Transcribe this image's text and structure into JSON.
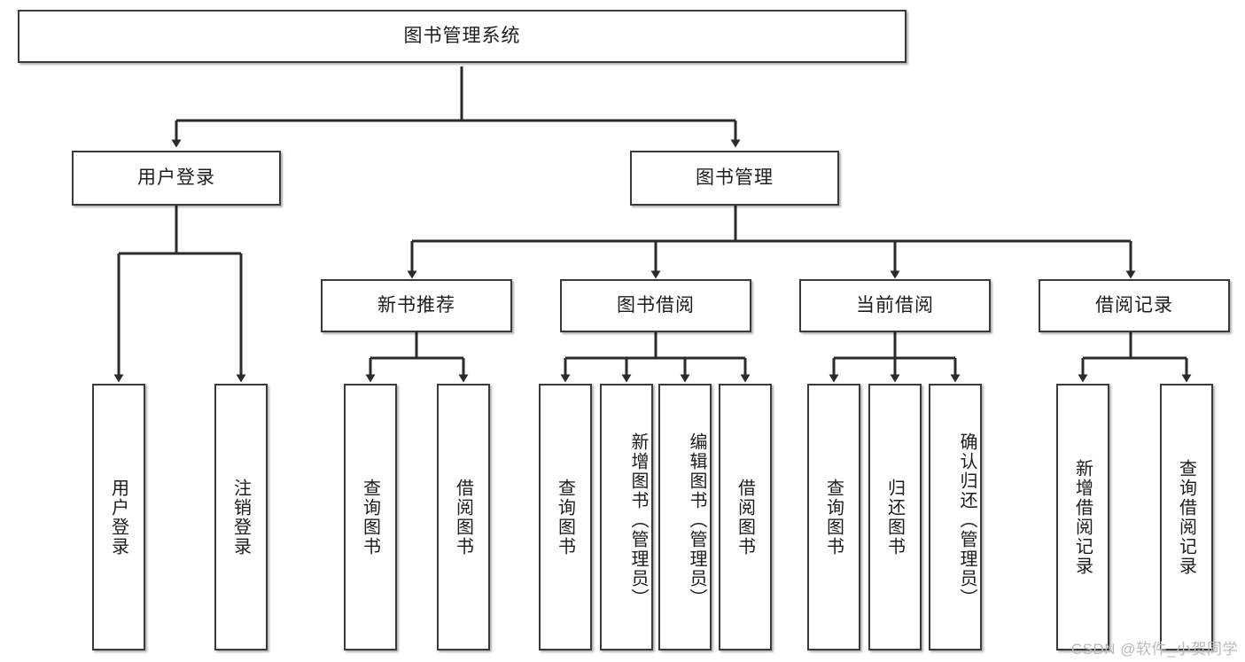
{
  "diagram": {
    "title": "图书管理系统",
    "type": "tree-hierarchy-diagram",
    "colors": {
      "box_border": "#3a3a3a",
      "box_fill": "#ffffff",
      "edge": "#2b2b2b",
      "text": "#1c1c1c",
      "watermark": "#b9b9b9"
    }
  },
  "root": {
    "label": "图书管理系统"
  },
  "level2": [
    {
      "label": "用户登录"
    },
    {
      "label": "图书管理"
    }
  ],
  "level3": [
    {
      "label": "新书推荐"
    },
    {
      "label": "图书借阅"
    },
    {
      "label": "当前借阅"
    },
    {
      "label": "借阅记录"
    }
  ],
  "leaves": {
    "user_login": [
      {
        "label": "用户登录"
      },
      {
        "label": "注销登录"
      }
    ],
    "new_book_recommend": [
      {
        "label": "查询图书"
      },
      {
        "label": "借阅图书"
      }
    ],
    "book_borrow": [
      {
        "label": "查询图书"
      },
      {
        "label": "新增图书（管理员）"
      },
      {
        "label": "编辑图书（管理员）"
      },
      {
        "label": "借阅图书"
      }
    ],
    "current_borrow": [
      {
        "label": "查询图书"
      },
      {
        "label": "归还图书"
      },
      {
        "label": "确认归还（管理员）"
      }
    ],
    "borrow_record": [
      {
        "label": "新增借阅记录"
      },
      {
        "label": "查询借阅记录"
      }
    ]
  },
  "watermark": {
    "text": "CSDN @软件_小贺同学"
  }
}
